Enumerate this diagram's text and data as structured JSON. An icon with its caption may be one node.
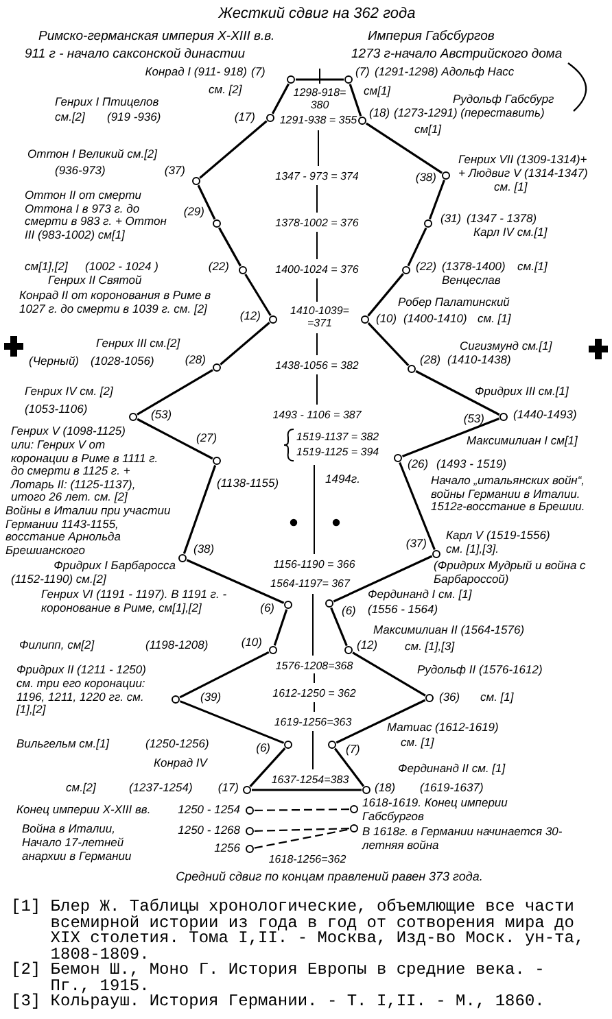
{
  "diagram": {
    "title": "Жесткий сдвиг на 362 года",
    "nodes": [
      {
        "text": [],
        "shape": "circle",
        "beside": [
          "Конрад I (911- 918)",
          "(7)",
          "см. [2]"
        ]
      },
      {
        "text": [],
        "shape": "circle",
        "beside": [
          "(7)",
          "(1291-1298) Адольф Насс",
          "см[1]"
        ]
      },
      {
        "text": [],
        "shape": "circle",
        "beside": [
          "Генрих I Птицелов",
          "см.[2]",
          "(919 -936)",
          "(17)"
        ]
      },
      {
        "text": [],
        "shape": "circle",
        "beside": [
          "Рудольф Габсбург",
          "(18)",
          "(1273-1291) (переставить)",
          "см[1]"
        ]
      },
      {
        "text": [],
        "shape": "circle",
        "beside": [
          "Оттон I Великий см.[2]",
          "(936-973)",
          "(37)"
        ]
      },
      {
        "text": [],
        "shape": "circle",
        "beside": [
          "(38)",
          "Генрих VII (1309-1314)+",
          "+ Людвиг V (1314-1347)",
          "см. [1]"
        ]
      },
      {
        "text": [],
        "shape": "circle",
        "beside": [
          "Оттон II от смерти Оттона I в 973 г. до смерти в 983 г. + Оттон III (983-1002) см[1]",
          "(29)"
        ]
      },
      {
        "text": [],
        "shape": "circle",
        "beside": [
          "(31)",
          "(1347 - 1378)",
          "Карл IV см.[1]"
        ]
      },
      {
        "text": [],
        "shape": "circle",
        "beside": [
          "см[1],[2]",
          "(1002 - 1024 )",
          "(22)",
          "Генрих II Святой"
        ]
      },
      {
        "text": [],
        "shape": "circle",
        "beside": [
          "(22)",
          "(1378-1400)",
          "см.[1]",
          "Венцеслав"
        ]
      },
      {
        "text": [],
        "shape": "circle",
        "beside": [
          "Конрад II от коронования в Риме в 1027 г. до смерти в 1039 г. см. [2]",
          "(12)"
        ]
      },
      {
        "text": [],
        "shape": "circle",
        "beside": [
          "Робер Палатинский",
          "(10)",
          "(1400-1410)",
          "см. [1]"
        ]
      },
      {
        "text": [],
        "shape": "circle",
        "beside": [
          "Генрих III см.[2]",
          "(Черный)",
          "(1028-1056)",
          "(28)"
        ]
      },
      {
        "text": [],
        "shape": "circle",
        "beside": [
          "Сигизмунд см.[1]",
          "(28)",
          "(1410-1438)"
        ]
      },
      {
        "text": [],
        "shape": "circle",
        "beside": [
          "Генрих IV см. [2]",
          "(1053-1106)",
          "(53)"
        ]
      },
      {
        "text": [],
        "shape": "circle",
        "beside": [
          "Фридрих III см.[1]",
          "(53)",
          "(1440-1493)"
        ]
      },
      {
        "text": [],
        "shape": "circle",
        "beside": [
          "Генрих V (1098-1125)",
          "или: Генрих V от коронации в Риме в 1111 г. до смерти в 1125 г. + Лотарь II: (1125-1137), итого 26 лет. см. [2]",
          "(27)"
        ]
      },
      {
        "text": [],
        "shape": "circle",
        "beside": [
          "Максимилиан I см[1]",
          "(26)",
          "(1493 - 1519)",
          "Начало „итальянских войн“, войны Германии в Италии. 1512г-восстание в Брешии."
        ]
      },
      {
        "text": [],
        "shape": "circle",
        "beside": [
          "Фридрих I Барбаросса",
          "(1152-1190) см.[2]",
          "(38)"
        ]
      },
      {
        "text": [],
        "shape": "circle",
        "beside": [
          "(37)",
          "Карл V (1519-1556)",
          "см. [1],[3].",
          "(Фридрих Мудрый и война с Барбароссой)"
        ]
      },
      {
        "text": [],
        "shape": "circle",
        "beside": [
          "Генрих VI (1191 - 1197). В 1191 г. - коронование в Риме, см[1],[2]",
          "(6)"
        ]
      },
      {
        "text": [],
        "shape": "circle",
        "beside": [
          "(6)",
          "Фердинанд I см. [1]",
          "(1556 - 1564)"
        ]
      },
      {
        "text": [],
        "shape": "circle",
        "beside": [
          "(1198-1208)",
          "(10)"
        ]
      },
      {
        "text": [],
        "shape": "circle",
        "beside": [
          "Максимилиан II (1564-1576)",
          "(12)",
          "см. [1],[3]"
        ]
      },
      {
        "text": [],
        "shape": "circle",
        "beside": [
          "Фридрих II (1211 - 1250)",
          "см. три его коронации: 1196, 1211, 1220 гг. см. [1],[2]",
          "(39)"
        ]
      },
      {
        "text": [],
        "shape": "circle",
        "beside": [
          "Рудольф II (1576-1612)",
          "(36)",
          "см. [1]"
        ]
      },
      {
        "text": [],
        "shape": "circle",
        "beside": [
          "Вильгельм см.[1]",
          "(1250-1256)",
          "(6)"
        ]
      },
      {
        "text": [],
        "shape": "circle",
        "beside": [
          "Матиас (1612-1619)",
          "(7)",
          "см. [1]"
        ]
      },
      {
        "text": [],
        "shape": "circle",
        "beside": [
          "Конрад IV",
          "см.[2]",
          "(1237-1254)",
          "(17)"
        ]
      },
      {
        "text": [],
        "shape": "circle",
        "beside": [
          "Фердинанд II см. [1]",
          "(18)",
          "(1619-1637)"
        ]
      },
      {
        "text": [],
        "shape": "circle",
        "beside": [
          "Конец империи X-XIII вв.",
          "1250 - 1254"
        ]
      },
      {
        "text": [],
        "shape": "circle",
        "beside": [
          "1618-1619. Конец империи Габсбургов"
        ]
      },
      {
        "text": [],
        "shape": "circle",
        "beside": [
          "1250 - 1268"
        ]
      },
      {
        "text": [],
        "shape": "circle",
        "beside": [
          "В 1618г. в Германии начинается 30-летняя война"
        ]
      },
      {
        "text": [],
        "shape": "circle",
        "beside": [
          "1256"
        ]
      }
    ],
    "edges": [
      {
        "from": 0,
        "to": 1,
        "arrow": "none"
      },
      {
        "from": 0,
        "to": 2,
        "arrow": "none"
      },
      {
        "from": 2,
        "to": 4,
        "arrow": "none"
      },
      {
        "from": 4,
        "to": 6,
        "arrow": "none"
      },
      {
        "from": 6,
        "to": 8,
        "arrow": "none"
      },
      {
        "from": 8,
        "to": 10,
        "arrow": "none"
      },
      {
        "from": 10,
        "to": 12,
        "arrow": "none"
      },
      {
        "from": 12,
        "to": 14,
        "arrow": "none"
      },
      {
        "from": 14,
        "to": 16,
        "arrow": "none"
      },
      {
        "from": 16,
        "to": 18,
        "arrow": "none"
      },
      {
        "from": 18,
        "to": 20,
        "arrow": "none"
      },
      {
        "from": 20,
        "to": 22,
        "arrow": "none"
      },
      {
        "from": 22,
        "to": 24,
        "arrow": "none"
      },
      {
        "from": 24,
        "to": 26,
        "arrow": "none"
      },
      {
        "from": 26,
        "to": 28,
        "arrow": "none"
      },
      {
        "from": 1,
        "to": 3,
        "arrow": "none"
      },
      {
        "from": 3,
        "to": 5,
        "arrow": "none"
      },
      {
        "from": 5,
        "to": 7,
        "arrow": "none"
      },
      {
        "from": 7,
        "to": 9,
        "arrow": "none"
      },
      {
        "from": 9,
        "to": 11,
        "arrow": "none"
      },
      {
        "from": 11,
        "to": 13,
        "arrow": "none"
      },
      {
        "from": 13,
        "to": 15,
        "arrow": "none"
      },
      {
        "from": 15,
        "to": 17,
        "arrow": "none"
      },
      {
        "from": 17,
        "to": 19,
        "arrow": "none"
      },
      {
        "from": 19,
        "to": 21,
        "arrow": "none"
      },
      {
        "from": 21,
        "to": 23,
        "arrow": "none"
      },
      {
        "from": 23,
        "to": 25,
        "arrow": "none"
      },
      {
        "from": 25,
        "to": 27,
        "arrow": "none"
      },
      {
        "from": 27,
        "to": 29,
        "arrow": "none"
      },
      {
        "from": 28,
        "to": 29,
        "arrow": "none"
      },
      {
        "from": 30,
        "to": 31,
        "arrow": "none",
        "style": "dashed"
      },
      {
        "from": 32,
        "to": 33,
        "arrow": "none",
        "style": "dashed"
      },
      {
        "from": 34,
        "to": 33,
        "arrow": "none",
        "style": "dashed"
      }
    ],
    "labels": [
      "Римско-германская империя X-XIII в.в.",
      "Империя Габсбургов",
      "911 г - начало саксонской династии",
      "1273 г-начало Австрийского дома",
      "1298-918= 380",
      "1291-938 = 355",
      "1347 - 973 = 374",
      "1378-1002 = 376",
      "1400-1024 = 376",
      "1410-1039= =371",
      "1438-1056 = 382",
      "1493 - 1106 = 387",
      "1519-1137 = 382",
      "1519-1125 = 394",
      "(1138-1155)",
      "1494г.",
      "Войны в Италии при участии Германии 1143-1155, восстание Арнольда Брешианского",
      "1156-1190 = 366",
      "1564-1197= 367",
      "Филипп, см[2]",
      "1576-1208=368",
      "1612-1250 = 362",
      "1619-1256=363",
      "1637-1254=383",
      "Война в Италии,",
      "Начало 17-летней анархии в Германии",
      "1618-1256=362",
      "Средний сдвиг по концам правлений равен 373 года.",
      "[1] Блер Ж. Таблицы хронологические, объемлющие все части всемирной истории из года в год от сотворения мира до XIX столетия. Тома I,II. - Москва, Изд-во Моск. ун-та, 1808-1809.",
      "[2] Бемон Ш., Моно Г. История Европы в средние века. - Пг., 1915.",
      "[3] Кольрауш. История Германии. - Т. I,II. - М., 1860."
    ]
  }
}
